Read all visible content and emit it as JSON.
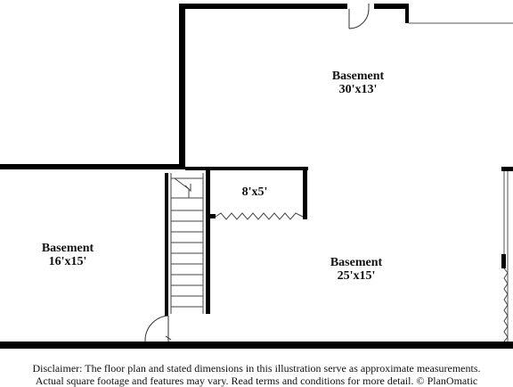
{
  "rooms": {
    "basement_top": {
      "name": "Basement",
      "dims": "30'x13'"
    },
    "basement_left": {
      "name": "Basement",
      "dims": "16'x15'"
    },
    "closet": {
      "dims": "8'x5'"
    },
    "basement_main": {
      "name": "Basement",
      "dims": "25'x15'"
    }
  },
  "disclaimer": {
    "line1": "Disclaimer: The floor plan and stated dimensions in this illustration serve as approximate measurements.",
    "line2": "Actual square footage and features may vary. Read terms and conditions for more detail. © PlanOmatic"
  },
  "colors": {
    "wall": "#000000",
    "thin_line": "#555555",
    "background": "#ffffff"
  }
}
